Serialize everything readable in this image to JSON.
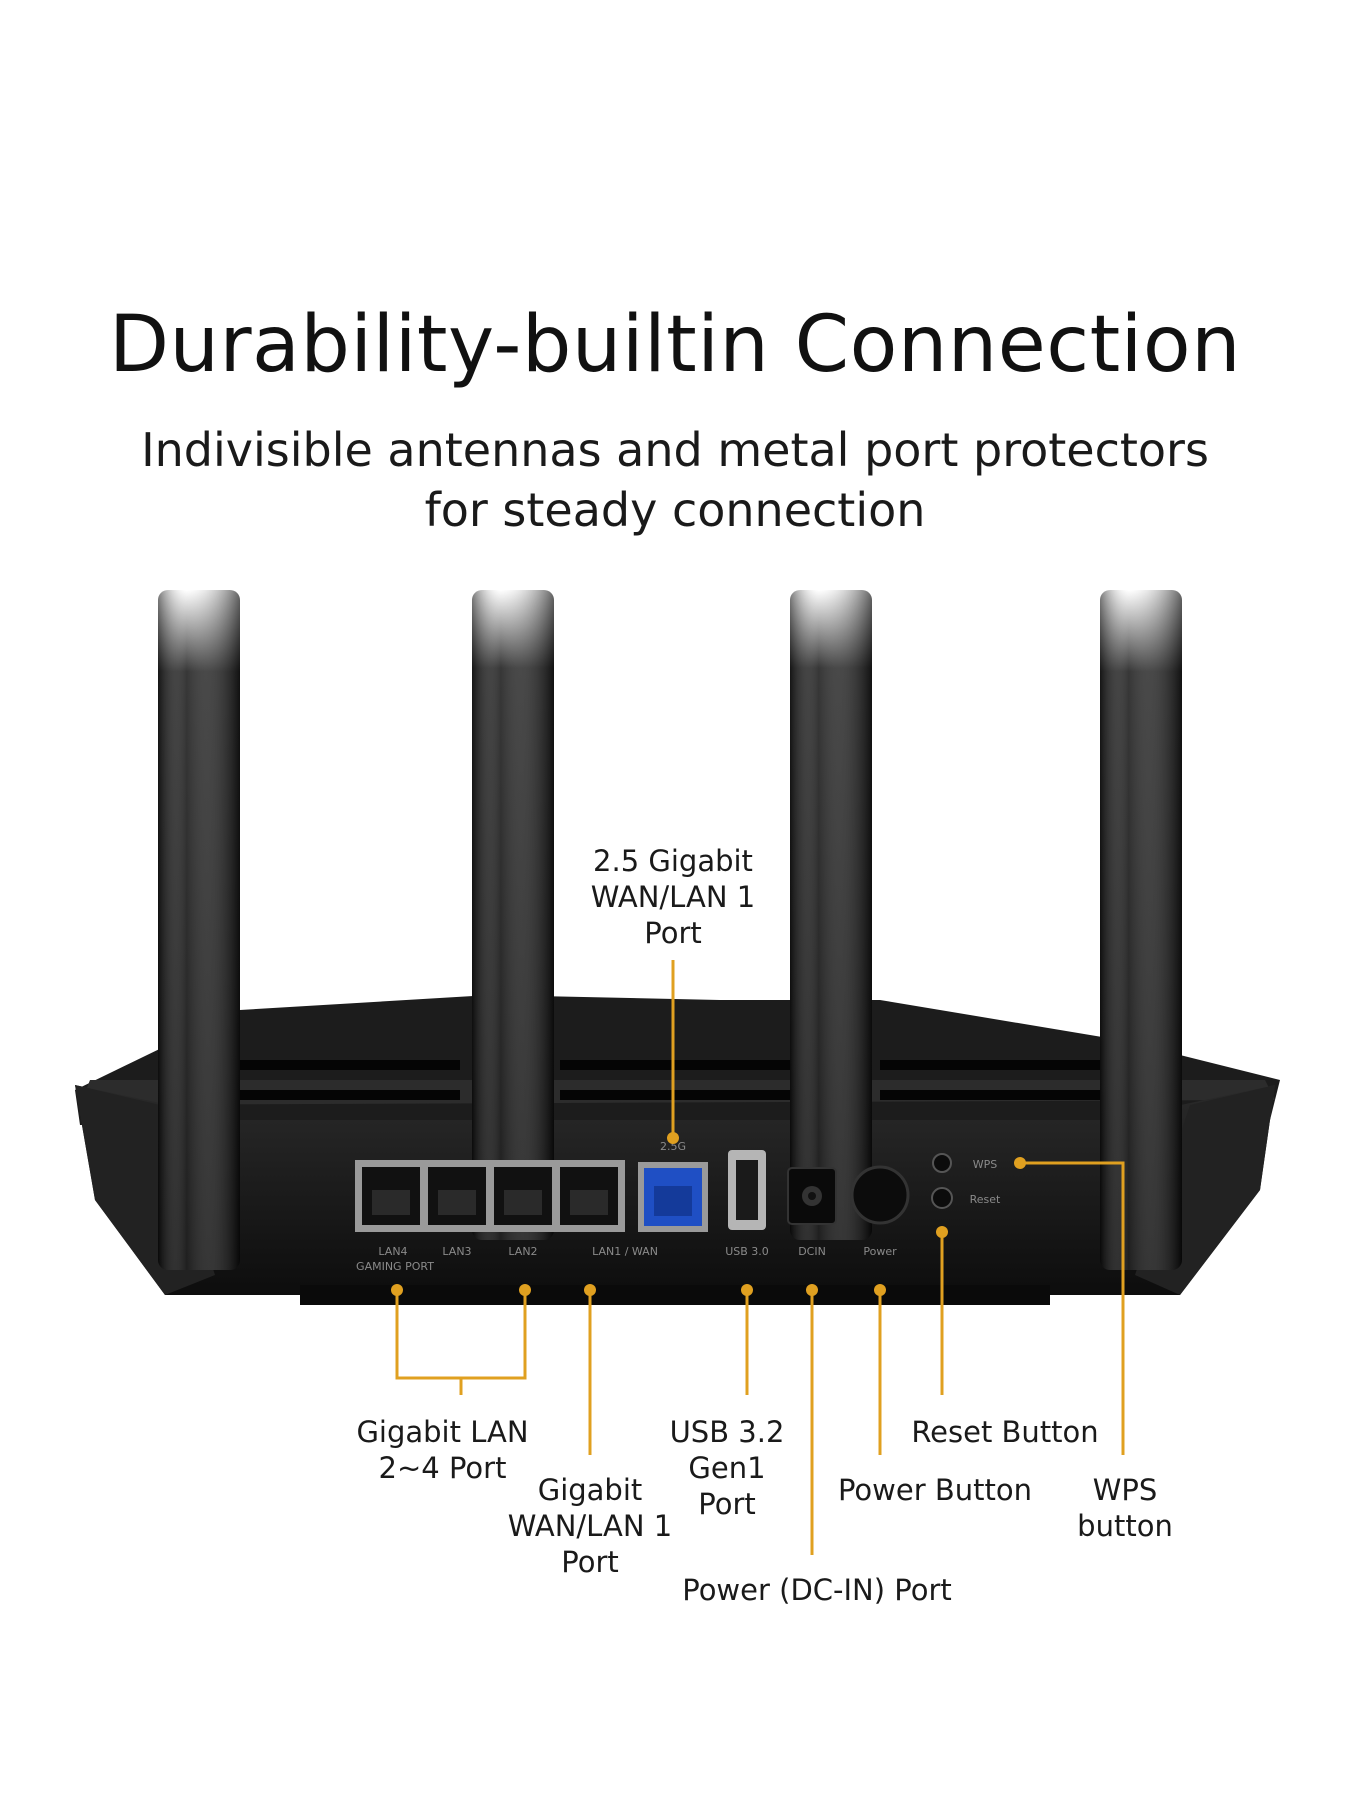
{
  "header": {
    "title": "Durability-builtin Connection",
    "subtitle_lines": [
      "Indivisible antennas and metal port protectors",
      "for steady connection"
    ]
  },
  "callouts": {
    "wan25": [
      "2.5 Gigabit",
      "WAN/LAN 1",
      "Port"
    ],
    "lan24": [
      "Gigabit LAN",
      "2~4 Port"
    ],
    "wan1": [
      "Gigabit",
      "WAN/LAN 1",
      "Port"
    ],
    "usb": [
      "USB 3.2",
      "Gen1",
      "Port"
    ],
    "dcin": [
      "Power (DC-IN) Port"
    ],
    "power": [
      "Power Button"
    ],
    "reset": [
      "Reset Button"
    ],
    "wps": [
      "WPS",
      "button"
    ]
  },
  "panel_text": {
    "lan4": "LAN4",
    "lan3": "LAN3",
    "lan2": "LAN2",
    "lan1wan": "LAN1 / WAN",
    "gaming": "GAMING PORT",
    "g25": "2.5G",
    "usb30": "USB 3.0",
    "dcin": "DCIN",
    "power": "Power",
    "wps": "WPS",
    "reset": "Reset"
  },
  "colors": {
    "accent": "#E0A020",
    "router": "#141414",
    "wan_port": "#1f4fc4"
  }
}
